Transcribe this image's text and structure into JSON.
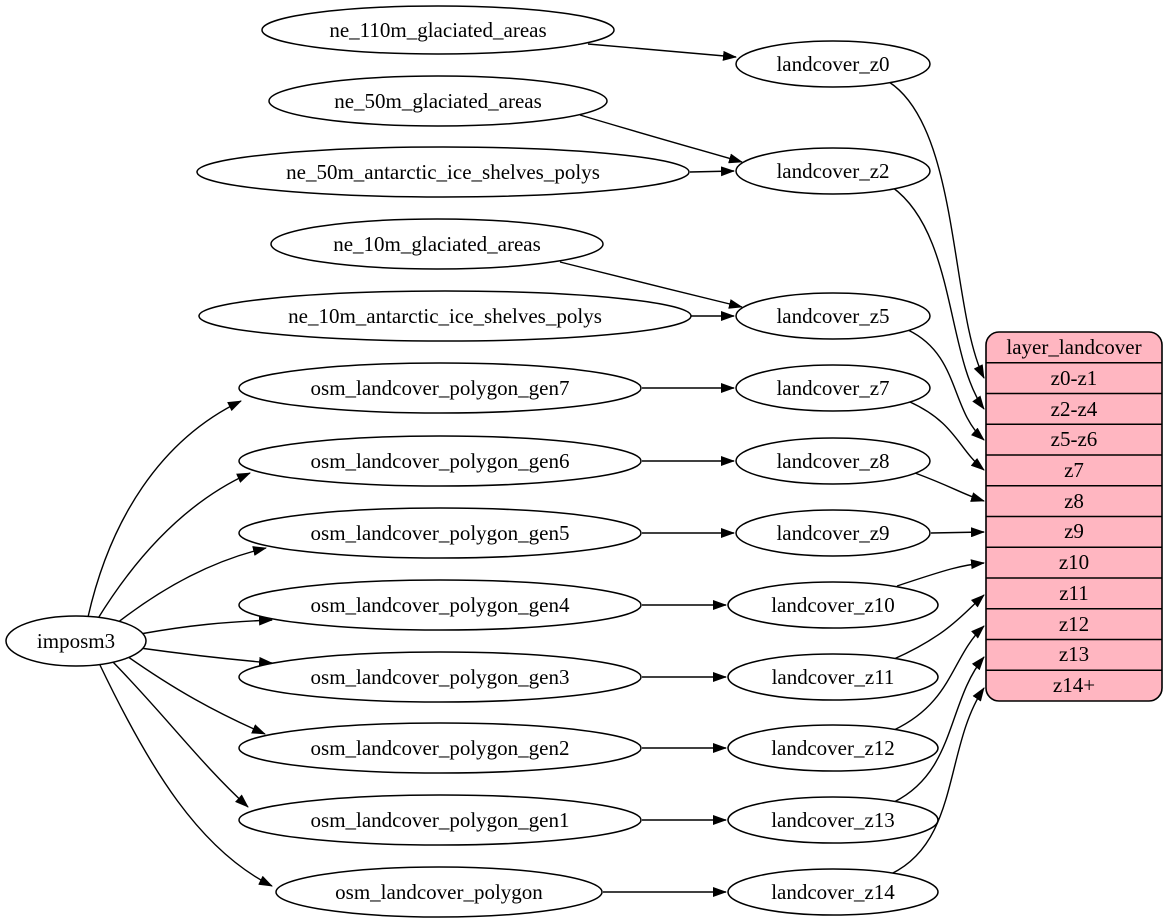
{
  "colors": {
    "background": "#ffffff",
    "node_fill": "#ffffff",
    "stroke": "#000000",
    "table_fill": "#ffb6c1"
  },
  "nodes": {
    "root": {
      "label": "imposm3"
    },
    "sources": [
      {
        "label": "ne_110m_glaciated_areas"
      },
      {
        "label": "ne_50m_glaciated_areas"
      },
      {
        "label": "ne_50m_antarctic_ice_shelves_polys"
      },
      {
        "label": "ne_10m_glaciated_areas"
      },
      {
        "label": "ne_10m_antarctic_ice_shelves_polys"
      },
      {
        "label": "osm_landcover_polygon_gen7"
      },
      {
        "label": "osm_landcover_polygon_gen6"
      },
      {
        "label": "osm_landcover_polygon_gen5"
      },
      {
        "label": "osm_landcover_polygon_gen4"
      },
      {
        "label": "osm_landcover_polygon_gen3"
      },
      {
        "label": "osm_landcover_polygon_gen2"
      },
      {
        "label": "osm_landcover_polygon_gen1"
      },
      {
        "label": "osm_landcover_polygon"
      }
    ],
    "intermediates": [
      {
        "label": "landcover_z0"
      },
      {
        "label": "landcover_z2"
      },
      {
        "label": "landcover_z5"
      },
      {
        "label": "landcover_z7"
      },
      {
        "label": "landcover_z8"
      },
      {
        "label": "landcover_z9"
      },
      {
        "label": "landcover_z10"
      },
      {
        "label": "landcover_z11"
      },
      {
        "label": "landcover_z12"
      },
      {
        "label": "landcover_z13"
      },
      {
        "label": "landcover_z14"
      }
    ]
  },
  "table": {
    "title": "layer_landcover",
    "rows": [
      "z0-z1",
      "z2-z4",
      "z5-z6",
      "z7",
      "z8",
      "z9",
      "z10",
      "z11",
      "z12",
      "z13",
      "z14+"
    ]
  },
  "edges": [
    {
      "from": "imposm3",
      "to": "osm_landcover_polygon_gen7"
    },
    {
      "from": "imposm3",
      "to": "osm_landcover_polygon_gen6"
    },
    {
      "from": "imposm3",
      "to": "osm_landcover_polygon_gen5"
    },
    {
      "from": "imposm3",
      "to": "osm_landcover_polygon_gen4"
    },
    {
      "from": "imposm3",
      "to": "osm_landcover_polygon_gen3"
    },
    {
      "from": "imposm3",
      "to": "osm_landcover_polygon_gen2"
    },
    {
      "from": "imposm3",
      "to": "osm_landcover_polygon_gen1"
    },
    {
      "from": "imposm3",
      "to": "osm_landcover_polygon"
    },
    {
      "from": "ne_110m_glaciated_areas",
      "to": "landcover_z0"
    },
    {
      "from": "ne_50m_glaciated_areas",
      "to": "landcover_z2"
    },
    {
      "from": "ne_50m_antarctic_ice_shelves_polys",
      "to": "landcover_z2"
    },
    {
      "from": "ne_10m_glaciated_areas",
      "to": "landcover_z5"
    },
    {
      "from": "ne_10m_antarctic_ice_shelves_polys",
      "to": "landcover_z5"
    },
    {
      "from": "osm_landcover_polygon_gen7",
      "to": "landcover_z7"
    },
    {
      "from": "osm_landcover_polygon_gen6",
      "to": "landcover_z8"
    },
    {
      "from": "osm_landcover_polygon_gen5",
      "to": "landcover_z9"
    },
    {
      "from": "osm_landcover_polygon_gen4",
      "to": "landcover_z10"
    },
    {
      "from": "osm_landcover_polygon_gen3",
      "to": "landcover_z11"
    },
    {
      "from": "osm_landcover_polygon_gen2",
      "to": "landcover_z12"
    },
    {
      "from": "osm_landcover_polygon_gen1",
      "to": "landcover_z13"
    },
    {
      "from": "osm_landcover_polygon",
      "to": "landcover_z14"
    },
    {
      "from": "landcover_z0",
      "to": "z0-z1"
    },
    {
      "from": "landcover_z2",
      "to": "z2-z4"
    },
    {
      "from": "landcover_z5",
      "to": "z5-z6"
    },
    {
      "from": "landcover_z7",
      "to": "z7"
    },
    {
      "from": "landcover_z8",
      "to": "z8"
    },
    {
      "from": "landcover_z9",
      "to": "z9"
    },
    {
      "from": "landcover_z10",
      "to": "z10"
    },
    {
      "from": "landcover_z11",
      "to": "z11"
    },
    {
      "from": "landcover_z12",
      "to": "z12"
    },
    {
      "from": "landcover_z13",
      "to": "z13"
    },
    {
      "from": "landcover_z14",
      "to": "z14+"
    }
  ]
}
